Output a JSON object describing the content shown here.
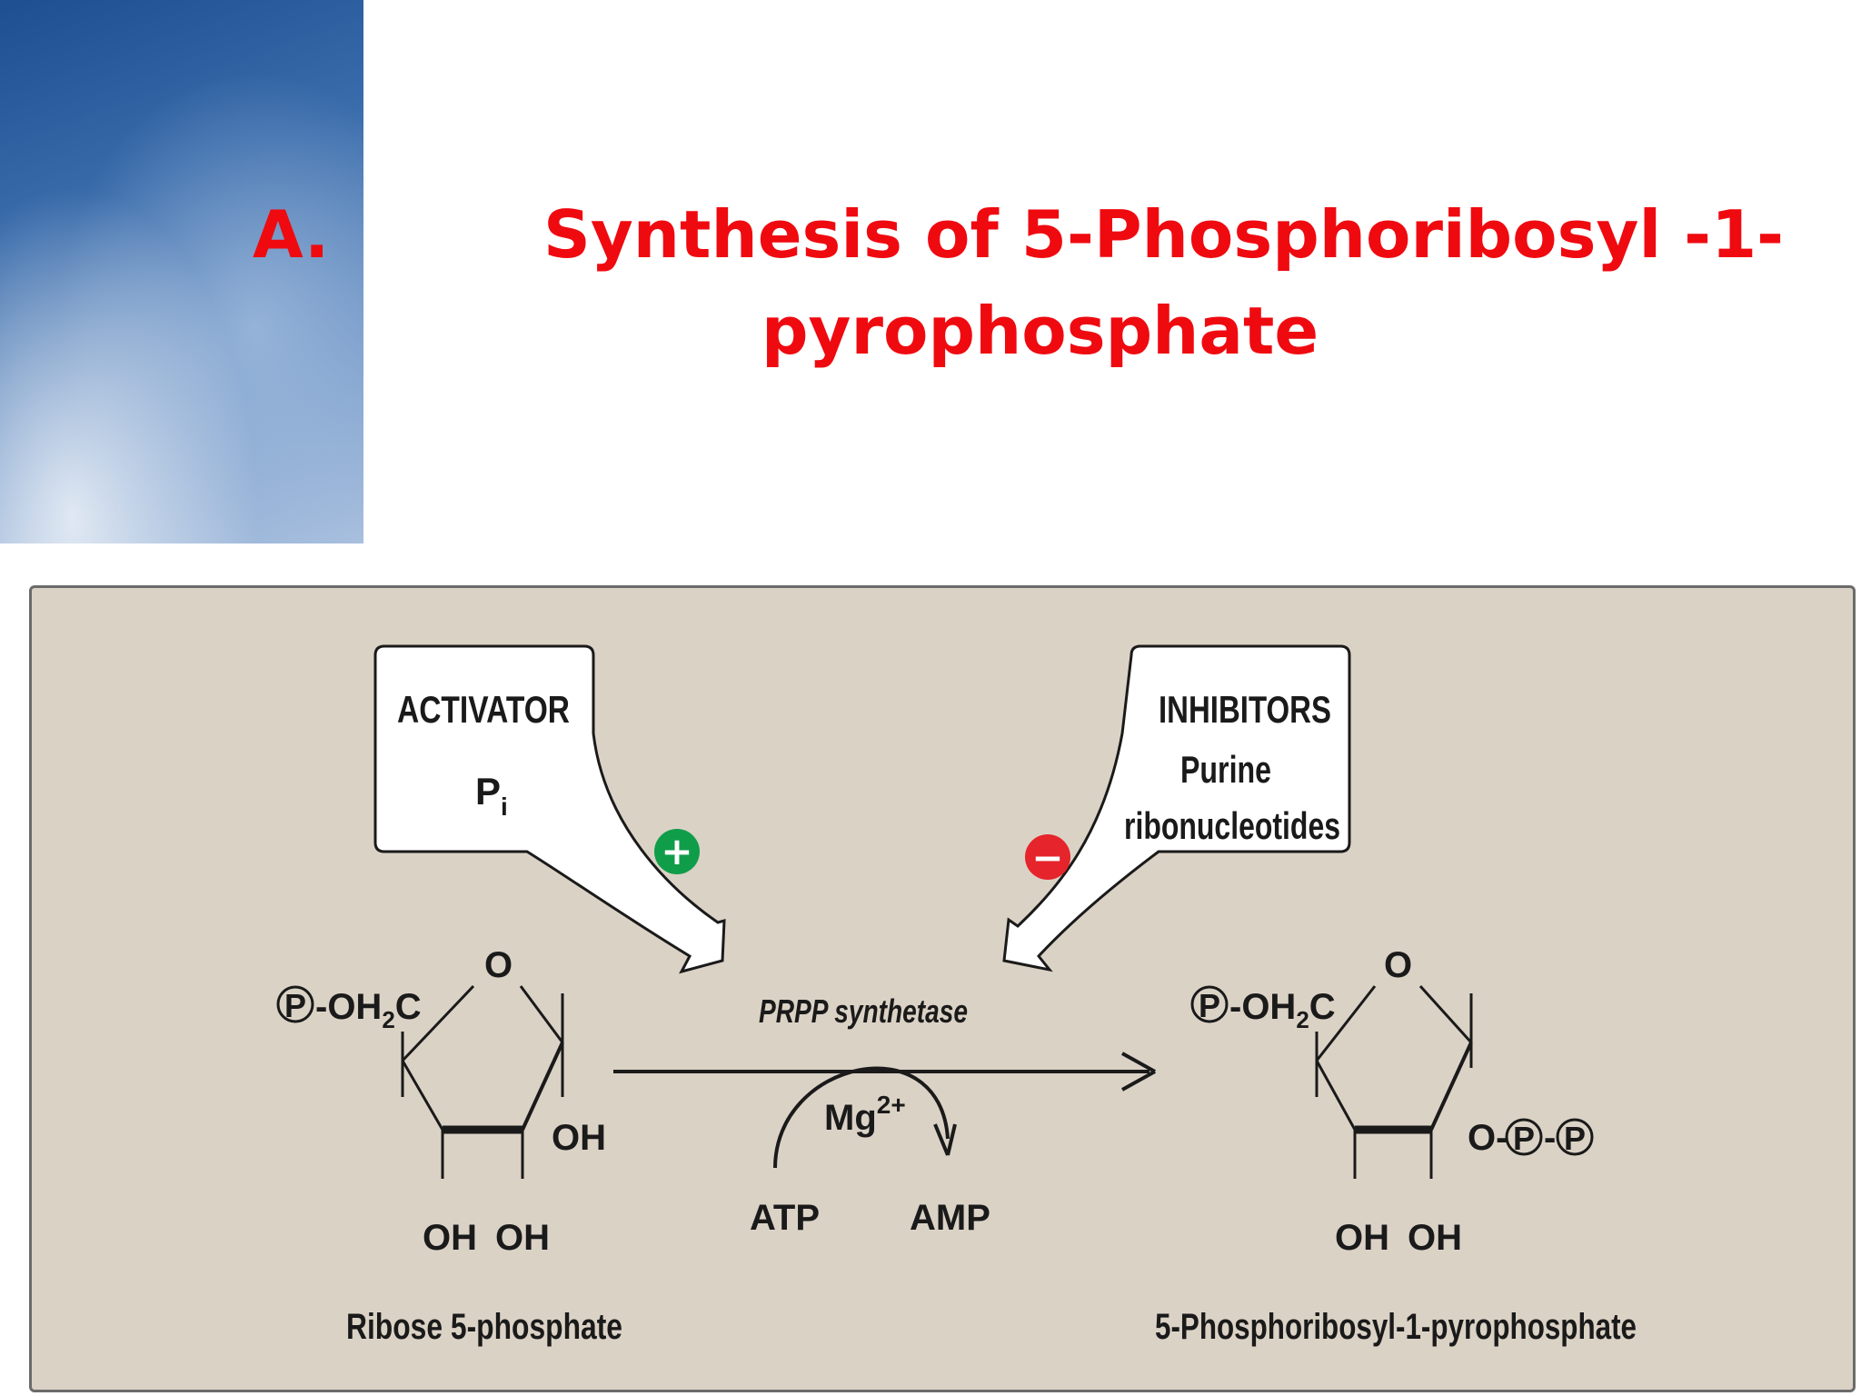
{
  "title": {
    "letter": "A.",
    "line1": "Synthesis of 5-Phosphoribosyl -1-",
    "line2": "pyrophosphate"
  },
  "activator": {
    "heading": "ACTIVATOR",
    "value_base": "P",
    "value_sub": "i",
    "sign": "+",
    "sign_color": "#0f9d4a"
  },
  "inhibitors": {
    "heading": "INHIBITORS",
    "line1": "Purine",
    "line2": "ribonucleotides",
    "sign": "−",
    "sign_color": "#e5242b"
  },
  "reaction": {
    "enzyme": "PRPP synthetase",
    "cofactor_base": "Mg",
    "cofactor_sup": "2+",
    "cosubstrate": "ATP",
    "coproduct": "AMP"
  },
  "substrate": {
    "name": "Ribose 5-phosphate",
    "phosphate": "P",
    "ch2_a": "-OH",
    "ch2_sub": "2",
    "ch2_b": "C",
    "ring_o": "O",
    "oh_c1": "OH",
    "oh_c2": "OH",
    "oh_c3": "OH"
  },
  "product": {
    "name": "5-Phosphoribosyl-1-pyrophosphate",
    "phosphate": "P",
    "ch2_a": "-OH",
    "ch2_sub": "2",
    "ch2_b": "C",
    "ring_o": "O",
    "o_link": "O-",
    "p1": "P",
    "dash": "-",
    "p2": "P",
    "oh_c2": "OH",
    "oh_c3": "OH"
  },
  "colors": {
    "title": "#ef0a10",
    "panel_bg": "#dbd2c6"
  }
}
